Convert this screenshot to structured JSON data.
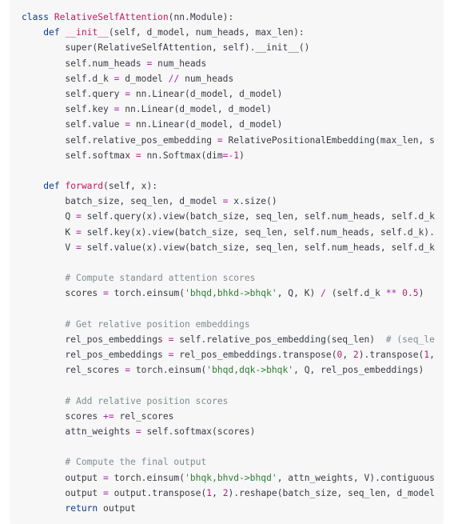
{
  "colors": {
    "background": "#f7f7f8",
    "keyword": "#0b3a8c",
    "function_name": "#c2185b",
    "string": "#2e7d32",
    "number": "#b0227a",
    "operator": "#a626a4",
    "comment": "#7f8c8d",
    "plain": "#383a42"
  },
  "code": {
    "lines": [
      [
        [
          "kw",
          "class "
        ],
        [
          "fn",
          "RelativeSelfAttention"
        ],
        [
          "pl",
          "(nn.Module):"
        ]
      ],
      [
        [
          "pl",
          "    "
        ],
        [
          "kw",
          "def "
        ],
        [
          "fn",
          "__init__"
        ],
        [
          "pl",
          "(self, d_model, num_heads, max_len):"
        ]
      ],
      [
        [
          "pl",
          "        super(RelativeSelfAttention, self).__init__()"
        ]
      ],
      [
        [
          "pl",
          "        self.num_heads "
        ],
        [
          "op",
          "="
        ],
        [
          "pl",
          " num_heads"
        ]
      ],
      [
        [
          "pl",
          "        self.d_k "
        ],
        [
          "op",
          "="
        ],
        [
          "pl",
          " d_model "
        ],
        [
          "op",
          "//"
        ],
        [
          "pl",
          " num_heads"
        ]
      ],
      [
        [
          "pl",
          "        self.query "
        ],
        [
          "op",
          "="
        ],
        [
          "pl",
          " nn.Linear(d_model, d_model)"
        ]
      ],
      [
        [
          "pl",
          "        self.key "
        ],
        [
          "op",
          "="
        ],
        [
          "pl",
          " nn.Linear(d_model, d_model)"
        ]
      ],
      [
        [
          "pl",
          "        self.value "
        ],
        [
          "op",
          "="
        ],
        [
          "pl",
          " nn.Linear(d_model, d_model)"
        ]
      ],
      [
        [
          "pl",
          "        self.relative_pos_embedding "
        ],
        [
          "op",
          "="
        ],
        [
          "pl",
          " RelativePositionalEmbedding(max_len, s"
        ]
      ],
      [
        [
          "pl",
          "        self.softmax "
        ],
        [
          "op",
          "="
        ],
        [
          "pl",
          " nn.Softmax(dim"
        ],
        [
          "op",
          "=-"
        ],
        [
          "num",
          "1"
        ],
        [
          "pl",
          ")"
        ]
      ],
      [],
      [
        [
          "pl",
          "    "
        ],
        [
          "kw",
          "def "
        ],
        [
          "fn",
          "forward"
        ],
        [
          "pl",
          "(self, x):"
        ]
      ],
      [
        [
          "pl",
          "        batch_size, seq_len, d_model "
        ],
        [
          "op",
          "="
        ],
        [
          "pl",
          " x.size()"
        ]
      ],
      [
        [
          "pl",
          "        Q "
        ],
        [
          "op",
          "="
        ],
        [
          "pl",
          " self.query(x).view(batch_size, seq_len, self.num_heads, self.d_k"
        ]
      ],
      [
        [
          "pl",
          "        K "
        ],
        [
          "op",
          "="
        ],
        [
          "pl",
          " self.key(x).view(batch_size, seq_len, self.num_heads, self.d_k)."
        ]
      ],
      [
        [
          "pl",
          "        V "
        ],
        [
          "op",
          "="
        ],
        [
          "pl",
          " self.value(x).view(batch_size, seq_len, self.num_heads, self.d_k"
        ]
      ],
      [],
      [
        [
          "cm",
          "        # Compute standard attention scores"
        ]
      ],
      [
        [
          "pl",
          "        scores "
        ],
        [
          "op",
          "="
        ],
        [
          "pl",
          " torch.einsum("
        ],
        [
          "str",
          "'bhqd,bhkd->bhqk'"
        ],
        [
          "pl",
          ", Q, K) "
        ],
        [
          "op",
          "/"
        ],
        [
          "pl",
          " (self.d_k "
        ],
        [
          "op",
          "**"
        ],
        [
          "pl",
          " "
        ],
        [
          "num",
          "0.5"
        ],
        [
          "pl",
          ")"
        ]
      ],
      [],
      [
        [
          "cm",
          "        # Get relative position embeddings"
        ]
      ],
      [
        [
          "pl",
          "        rel_pos_embeddings "
        ],
        [
          "op",
          "="
        ],
        [
          "pl",
          " self.relative_pos_embedding(seq_len)  "
        ],
        [
          "cm",
          "# (seq_le"
        ]
      ],
      [
        [
          "pl",
          "        rel_pos_embeddings "
        ],
        [
          "op",
          "="
        ],
        [
          "pl",
          " rel_pos_embeddings.transpose("
        ],
        [
          "num",
          "0"
        ],
        [
          "pl",
          ", "
        ],
        [
          "num",
          "2"
        ],
        [
          "pl",
          ").transpose("
        ],
        [
          "num",
          "1"
        ],
        [
          "pl",
          ","
        ]
      ],
      [
        [
          "pl",
          "        rel_scores "
        ],
        [
          "op",
          "="
        ],
        [
          "pl",
          " torch.einsum("
        ],
        [
          "str",
          "'bhqd,dqk->bhqk'"
        ],
        [
          "pl",
          ", Q, rel_pos_embeddings)"
        ]
      ],
      [],
      [
        [
          "cm",
          "        # Add relative position scores"
        ]
      ],
      [
        [
          "pl",
          "        scores "
        ],
        [
          "op",
          "+="
        ],
        [
          "pl",
          " rel_scores"
        ]
      ],
      [
        [
          "pl",
          "        attn_weights "
        ],
        [
          "op",
          "="
        ],
        [
          "pl",
          " self.softmax(scores)"
        ]
      ],
      [],
      [
        [
          "cm",
          "        # Compute the final output"
        ]
      ],
      [
        [
          "pl",
          "        output "
        ],
        [
          "op",
          "="
        ],
        [
          "pl",
          " torch.einsum("
        ],
        [
          "str",
          "'bhqk,bhvd->bhqd'"
        ],
        [
          "pl",
          ", attn_weights, V).contiguous"
        ]
      ],
      [
        [
          "pl",
          "        output "
        ],
        [
          "op",
          "="
        ],
        [
          "pl",
          " output.transpose("
        ],
        [
          "num",
          "1"
        ],
        [
          "pl",
          ", "
        ],
        [
          "num",
          "2"
        ],
        [
          "pl",
          ").reshape(batch_size, seq_len, d_model"
        ]
      ],
      [
        [
          "pl",
          "        "
        ],
        [
          "kw",
          "return"
        ],
        [
          "pl",
          " output"
        ]
      ]
    ]
  }
}
